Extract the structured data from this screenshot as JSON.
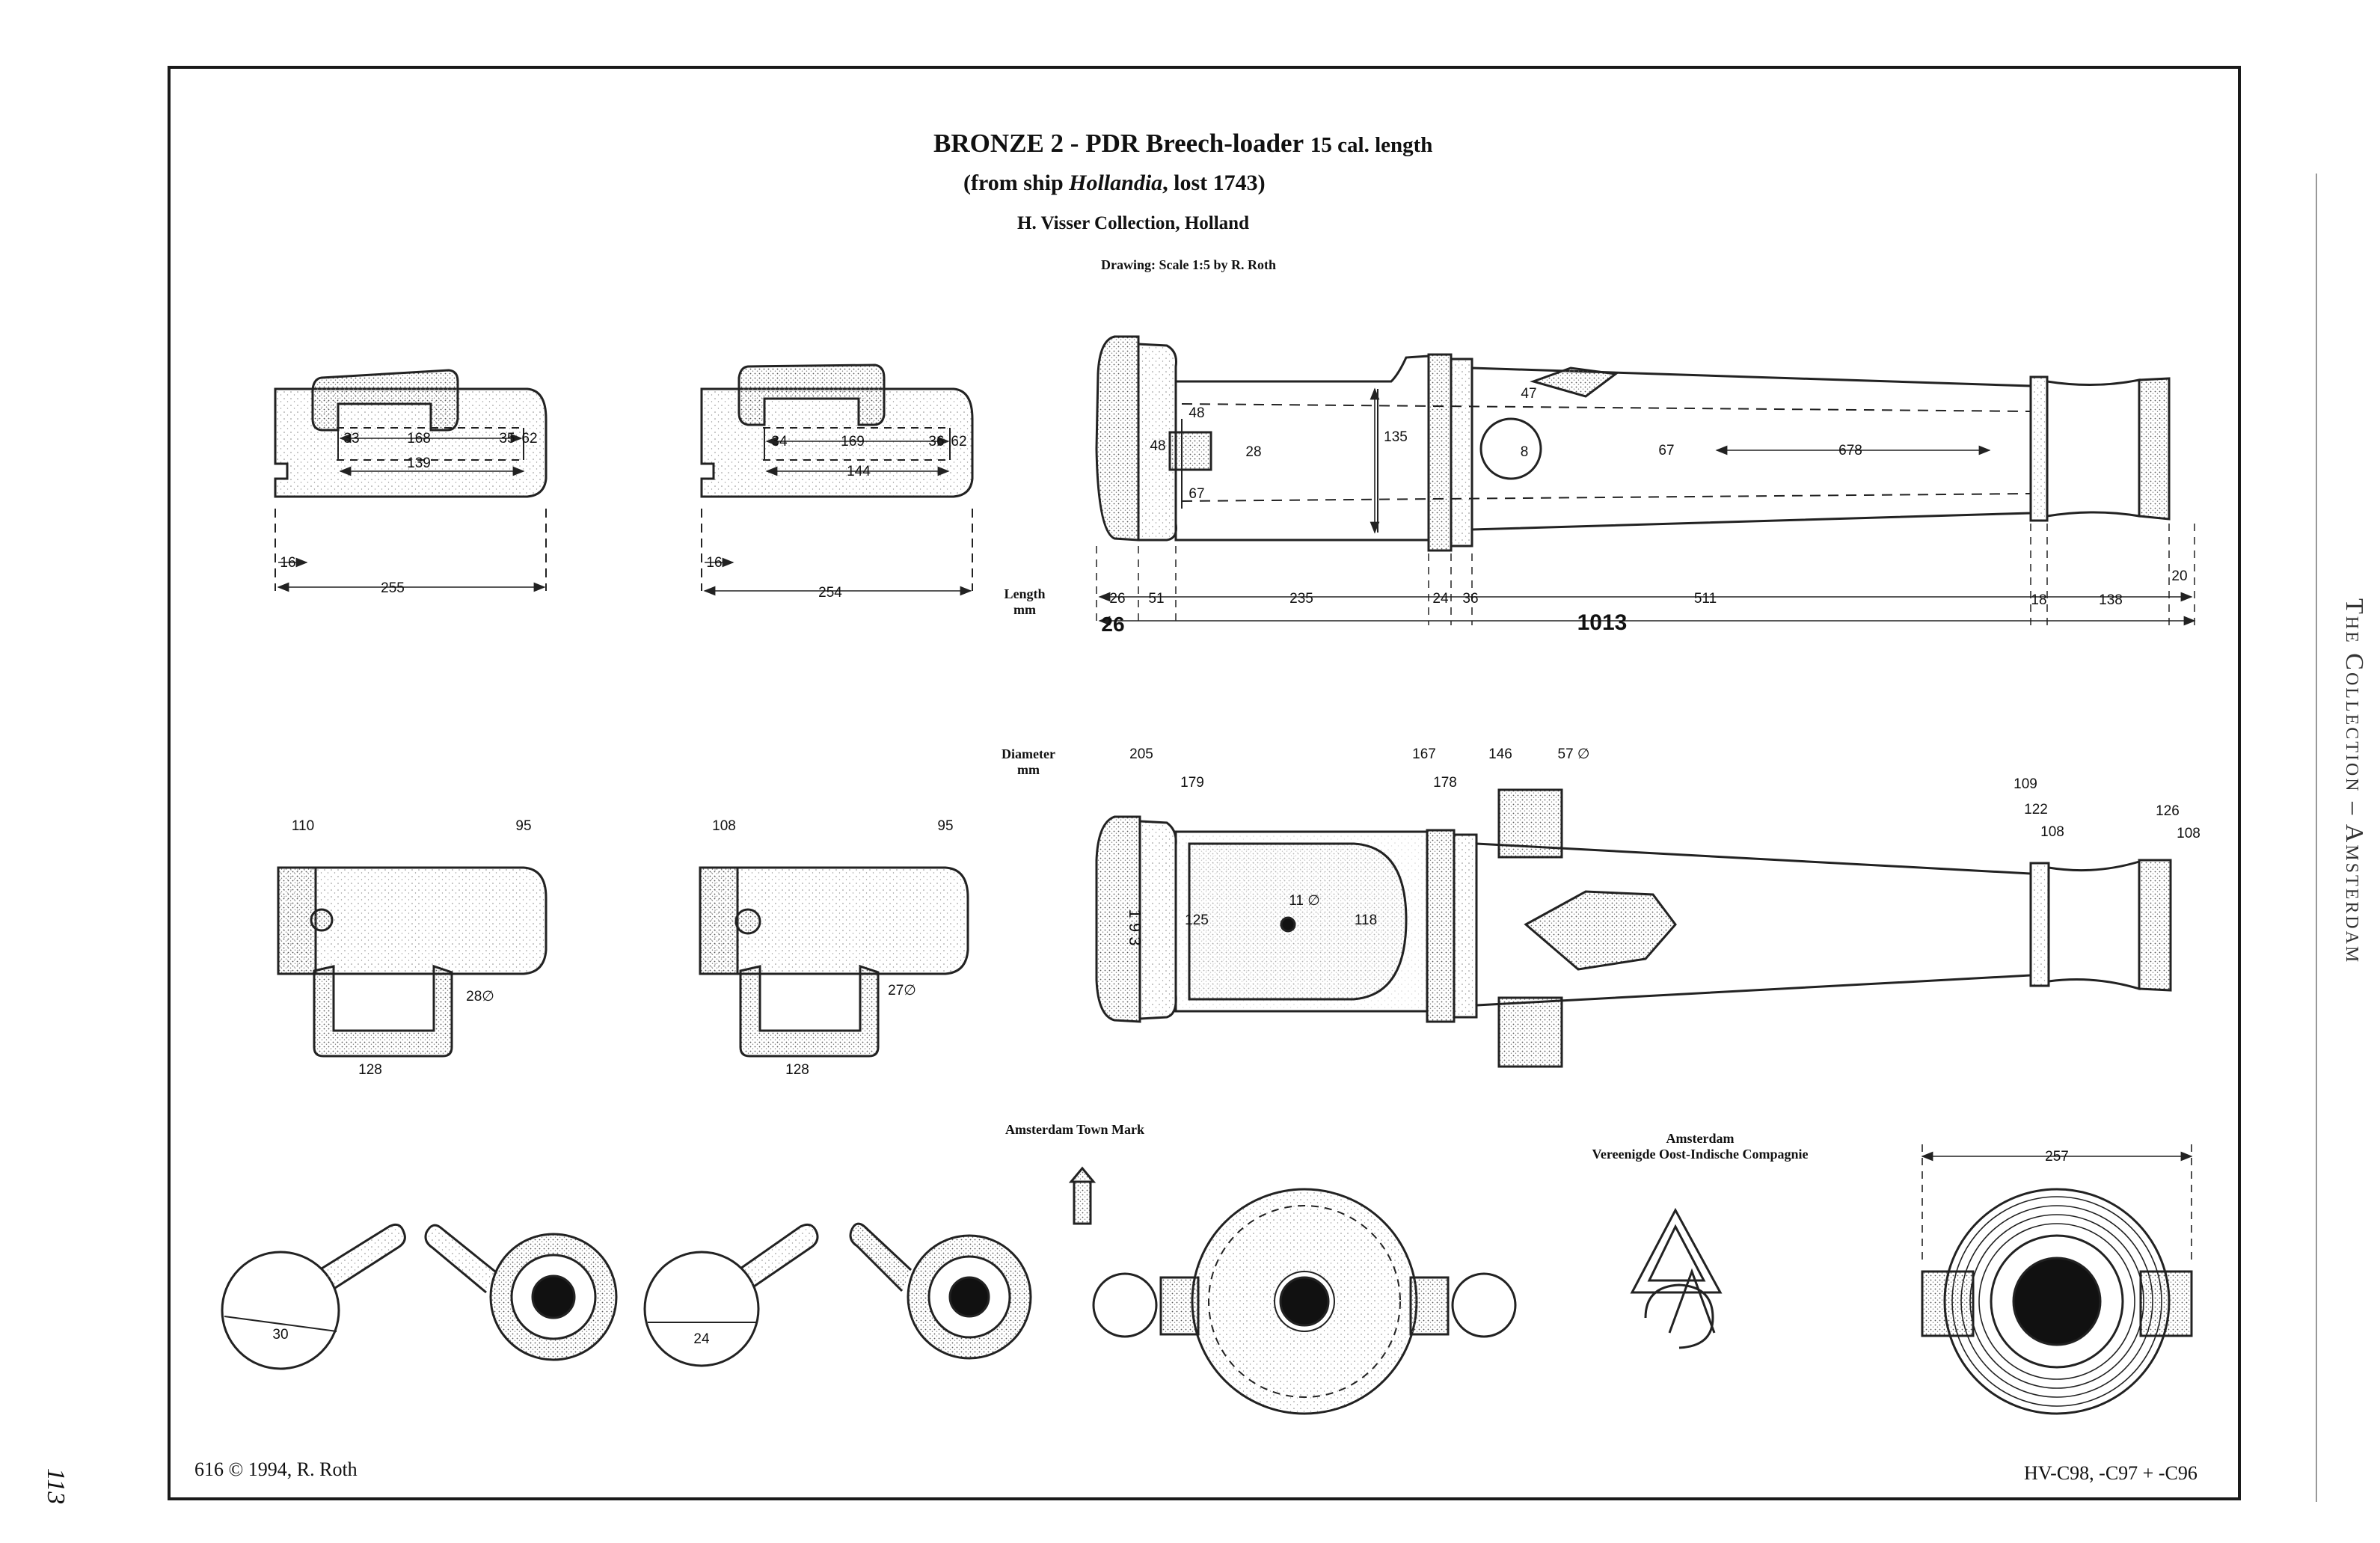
{
  "title": {
    "main": "BRONZE  2 - PDR Breech-loader",
    "calibre": "15 cal. length",
    "origin_prefix": "(from ship ",
    "ship": "Hollandia",
    "origin_suffix": ", lost 1743)",
    "collection": "H. Visser Collection, Holland",
    "scale": "Drawing: Scale 1:5 by R. Roth"
  },
  "labels": {
    "length_1": "Length",
    "length_2": "mm",
    "diameter_1": "Diameter",
    "diameter_2": "mm",
    "town_mark": "Amsterdam Town Mark",
    "voc_1": "Amsterdam",
    "voc_2": "Vereenigde Oost-Indische Compagnie"
  },
  "footer": {
    "left": "616 © 1994, R. Roth",
    "right": "HV-C98, -C97 + -C96",
    "page_number": "113"
  },
  "sidebar": {
    "section": "The Collection – Amsterdam"
  },
  "chamber_1": {
    "inner_left": "33",
    "bore": "168",
    "inner_right": "35",
    "outer": "62",
    "depth": "139",
    "lip": "16",
    "length": "255",
    "dia_back": "110",
    "dia_front": "95",
    "handle": "28∅",
    "handle_span": "128",
    "wedge": "30"
  },
  "chamber_2": {
    "inner_left": "34",
    "bore": "169",
    "inner_right": "36",
    "outer": "62",
    "depth": "144",
    "lip": "16",
    "length": "254",
    "dia_back": "108",
    "dia_front": "95",
    "handle": "27∅",
    "handle_span": "128",
    "wedge": "24"
  },
  "barrel_side": {
    "d48a": "48",
    "d48b": "48",
    "d28": "28",
    "d67a": "67",
    "d135": "135",
    "d47": "47",
    "d8": "8",
    "d67b": "67",
    "d678": "678"
  },
  "barrel_lengths": {
    "l26a": "26",
    "l51": "51",
    "l235": "235",
    "l24": "24",
    "l36": "36",
    "l511": "511",
    "l18": "18",
    "l138": "138",
    "l20": "20",
    "l26b": "26",
    "total": "1013"
  },
  "barrel_top": {
    "d205": "205",
    "d179": "179",
    "d167": "167",
    "d178": "178",
    "d146": "146",
    "trunnion": "57 ∅",
    "d109": "109",
    "d122": "122",
    "d108a": "108",
    "d126": "126",
    "d108b": "108",
    "d125": "125",
    "d118": "118",
    "vent": "11 ∅",
    "serial": "1 9 3"
  },
  "muzzle": {
    "width": "257"
  }
}
